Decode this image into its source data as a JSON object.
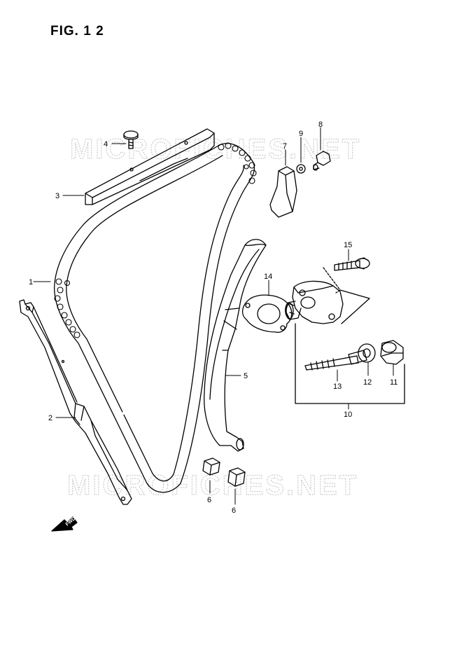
{
  "figure": {
    "title": "FIG. 1 2"
  },
  "watermarks": [
    "MICROFICHES.NET",
    "MICROFICHES.NET"
  ],
  "fwd_label": "FWD",
  "callouts": {
    "c1": "1",
    "c2": "2",
    "c3": "3",
    "c4": "4",
    "c5": "5",
    "c6a": "6",
    "c6b": "6",
    "c7": "7",
    "c8": "8",
    "c9": "9",
    "c10": "10",
    "c11": "11",
    "c12": "12",
    "c13": "13",
    "c14": "14",
    "c15": "15"
  },
  "colors": {
    "line": "#000000",
    "watermark": "#cfcfcf",
    "background": "#ffffff"
  }
}
